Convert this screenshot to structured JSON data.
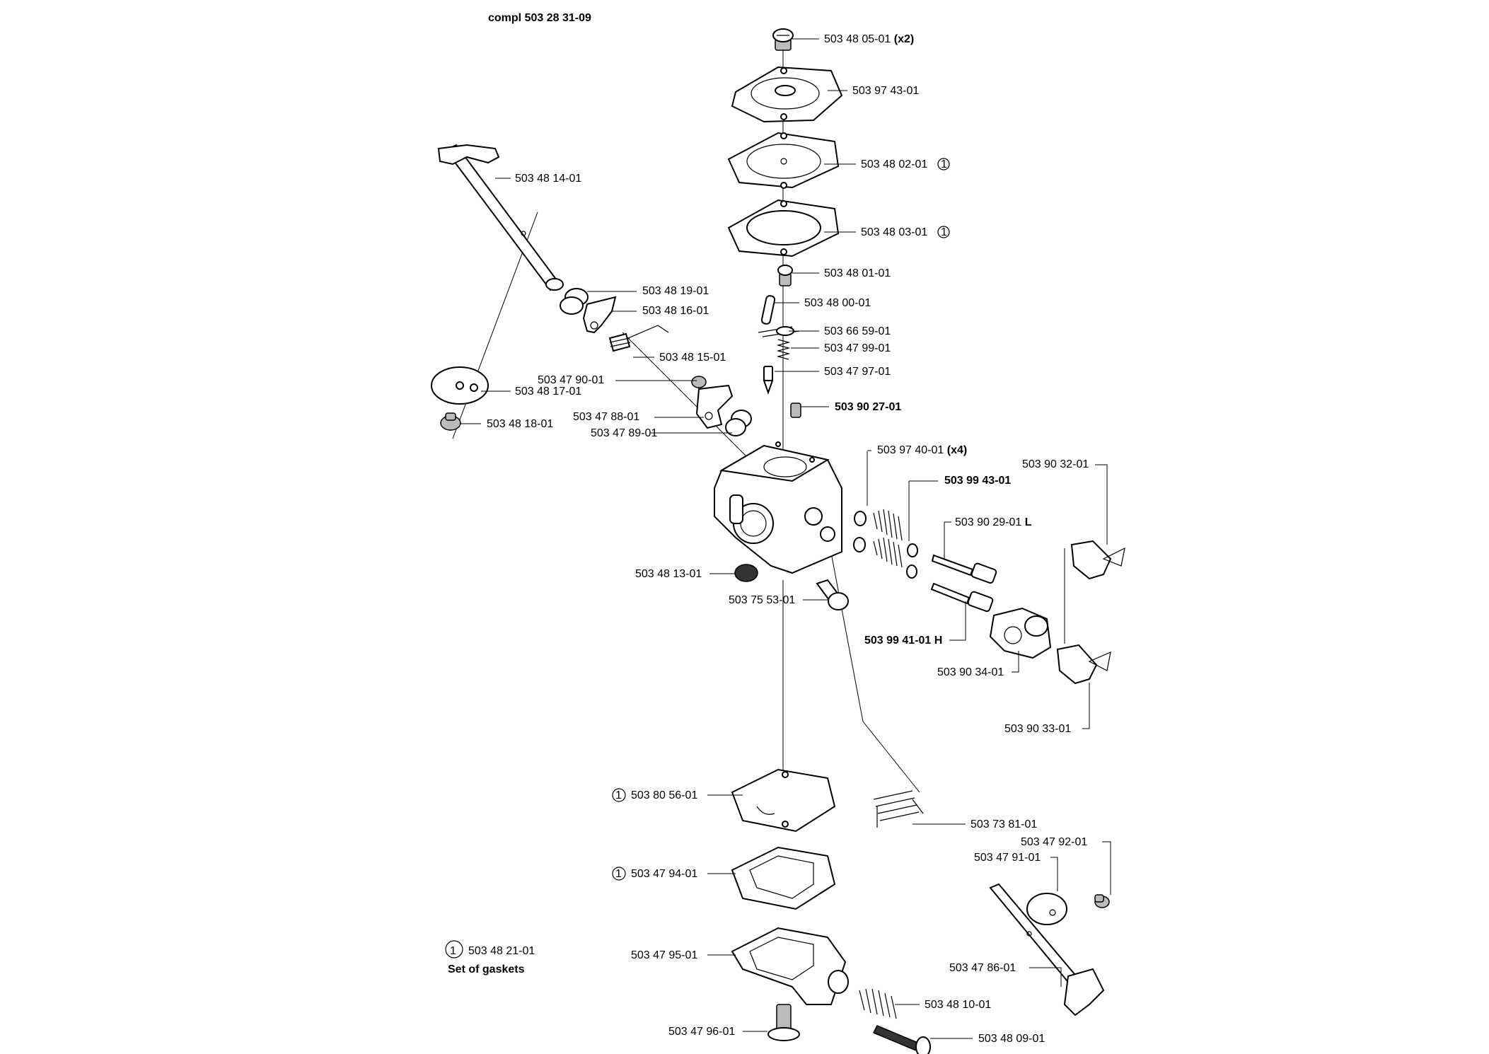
{
  "assembly": {
    "label": "compl 503 28 31-09"
  },
  "gasket_set": {
    "marker": "1",
    "part_no": "503 48 21-01",
    "caption": "Set of gaskets"
  },
  "parts": [
    {
      "id": "p01",
      "text": "503 48 05-01",
      "suffix": "(x2)"
    },
    {
      "id": "p02",
      "text": "503 97 43-01"
    },
    {
      "id": "p03",
      "text": "503 48 02-01",
      "marker": "1"
    },
    {
      "id": "p04",
      "text": "503 48 03-01",
      "marker": "1"
    },
    {
      "id": "p05",
      "text": "503 48 01-01"
    },
    {
      "id": "p06",
      "text": "503 48 00-01"
    },
    {
      "id": "p07",
      "text": "503 66 59-01"
    },
    {
      "id": "p08",
      "text": "503 47 99-01"
    },
    {
      "id": "p09",
      "text": "503 47 97-01"
    },
    {
      "id": "p10",
      "text": "503 90 27-01",
      "bold": true
    },
    {
      "id": "p11",
      "text": "503 48 14-01"
    },
    {
      "id": "p12",
      "text": "503 48 19-01"
    },
    {
      "id": "p13",
      "text": "503 48 16-01"
    },
    {
      "id": "p14",
      "text": "503 48 15-01"
    },
    {
      "id": "p15",
      "text": "503 47 90-01"
    },
    {
      "id": "p16",
      "text": "503 48 17-01"
    },
    {
      "id": "p17",
      "text": "503 48 18-01"
    },
    {
      "id": "p18",
      "text": "503 47 88-01"
    },
    {
      "id": "p19",
      "text": "503 47 89-01"
    },
    {
      "id": "p20",
      "text": "503 97 40-01",
      "suffix": "(x4)"
    },
    {
      "id": "p21",
      "text": "503 99 43-01",
      "bold": true
    },
    {
      "id": "p22",
      "text": "503 90 32-01"
    },
    {
      "id": "p23",
      "text": "503 90 29-01",
      "suffix": "L"
    },
    {
      "id": "p24",
      "text": "503 48 13-01"
    },
    {
      "id": "p25",
      "text": "503 75 53-01"
    },
    {
      "id": "p26",
      "text": "503 99 41-01",
      "suffix": "H",
      "bold": true
    },
    {
      "id": "p27",
      "text": "503 90 34-01"
    },
    {
      "id": "p28",
      "text": "503 90 33-01"
    },
    {
      "id": "p29",
      "text": "503 80 56-01",
      "marker": "1"
    },
    {
      "id": "p30",
      "text": "503 73 81-01"
    },
    {
      "id": "p31",
      "text": "503 47 92-01"
    },
    {
      "id": "p32",
      "text": "503 47 91-01"
    },
    {
      "id": "p33",
      "text": "503 47 94-01",
      "marker": "1"
    },
    {
      "id": "p34",
      "text": "503 47 95-01"
    },
    {
      "id": "p35",
      "text": "503 47 86-01"
    },
    {
      "id": "p36",
      "text": "503 48 10-01"
    },
    {
      "id": "p37",
      "text": "503 47 96-01"
    },
    {
      "id": "p38",
      "text": "503 48 09-01"
    }
  ]
}
